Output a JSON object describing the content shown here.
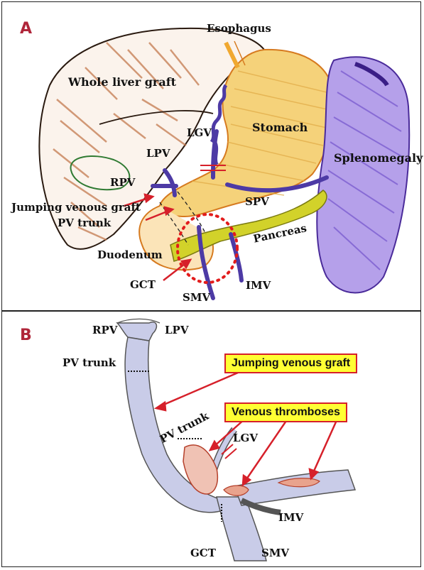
{
  "panel_a": {
    "letter": "A",
    "labels": {
      "esophagus": "Esophagus",
      "whole_liver_graft": "Whole liver graft",
      "stomach": "Stomach",
      "lgv": "LGV",
      "lpv": "LPV",
      "splenomegaly": "Splenomegaly",
      "rpv": "RPV",
      "jumping_venous_graft": "Jumping venous graft",
      "spv": "SPV",
      "pv_trunk": "PV trunk",
      "pancreas": "Pancreas",
      "duodenum": "Duodenum",
      "gct": "GCT",
      "imv": "IMV",
      "smv": "SMV"
    }
  },
  "panel_b": {
    "letter": "B",
    "labels": {
      "rpv": "RPV",
      "lpv": "LPV",
      "pv_trunk_top": "PV trunk",
      "pv_trunk_mid": "PV trunk",
      "lgv": "LGV",
      "imv": "IMV",
      "gct": "GCT",
      "smv": "SMV"
    },
    "callouts": {
      "jumping_venous_graft": "Jumping venous graft",
      "venous_thromboses": "Venous thromboses"
    }
  },
  "colors": {
    "accent_red": "#d6202a",
    "callout_fill": "#ffff33",
    "panel_letter": "#b0263a",
    "stomach": "#f5d27a",
    "spleen": "#8c6ad8",
    "liver": "#c47a4f",
    "pancreas": "#d2d22a",
    "vein_b": "#c9cce8",
    "thrombus": "#e9a38d"
  }
}
